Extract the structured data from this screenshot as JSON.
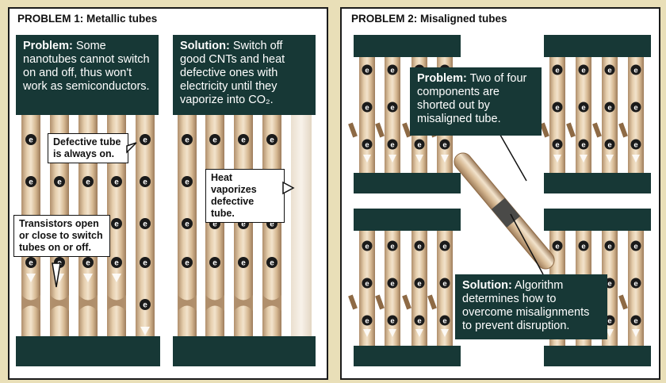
{
  "problem1": {
    "title_strong": "PROBLEM 1:",
    "title_rest": " Metallic tubes",
    "problem_label": "Problem:",
    "problem_text": " Some nanotubes cannot switch on and off, thus won't work as semiconductors.",
    "solution_label": "Solution:",
    "solution_text": " Switch off good CNTs and heat defective ones with electricity until they vaporize into CO₂.",
    "callout_defective": "Defective tube is always on.",
    "callout_transistors": "Transistors open or close to switch tubes on or off.",
    "callout_heat": "Heat vaporizes defective tube."
  },
  "problem2": {
    "title_strong": "PROBLEM 2:",
    "title_rest": " Misaligned tubes",
    "problem_label": "Problem:",
    "problem_text": " Two of four components are shorted out by misaligned tube.",
    "solution_label": "Solution:",
    "solution_text": " Algorithm determines how to overcome misalignments to prevent disruption."
  },
  "electron_label": "e",
  "colors": {
    "background": "#e9dfb8",
    "dark_teal": "#173836",
    "tube": "#d9bf9c",
    "tube_highlight": "#f2e3cc",
    "tube_shadow": "#b08f6c"
  }
}
